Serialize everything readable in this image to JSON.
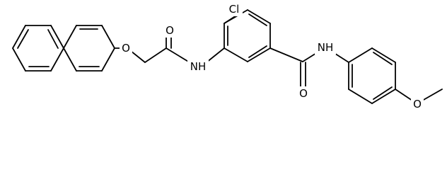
{
  "structure": {
    "atom_labels": {
      "chlorine": "Cl",
      "ether_oxygen": "O",
      "amide1_oxygen": "O",
      "amide1_nitrogen": "NH",
      "amide2_oxygen": "O",
      "amide2_nitrogen": "NH",
      "methoxy_oxygen": "O"
    }
  }
}
